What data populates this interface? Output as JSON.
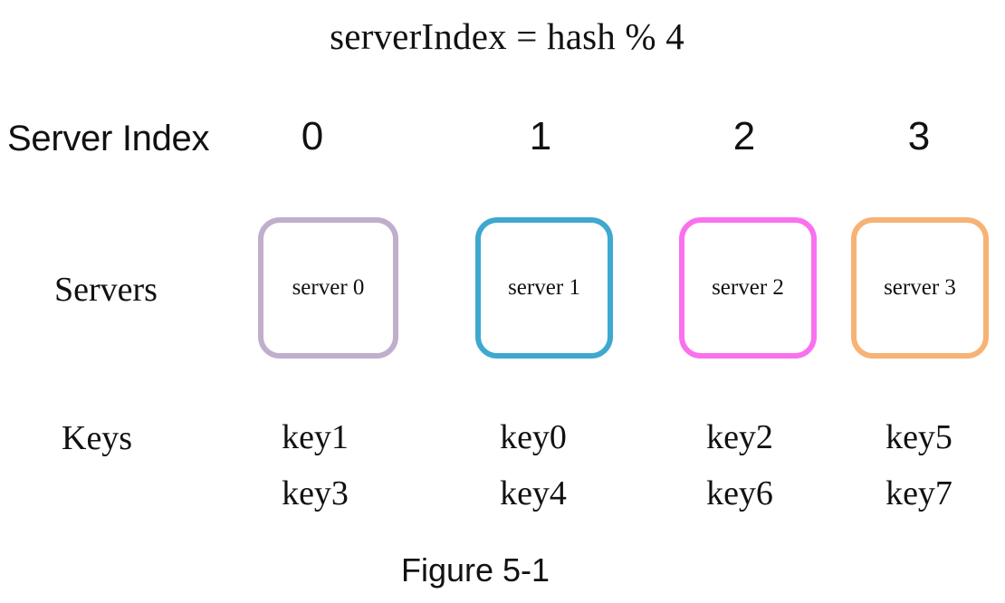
{
  "figure": {
    "title": "serverIndex = hash % 4",
    "caption": "Figure 5-1"
  },
  "row_labels": {
    "server_index": "Server Index",
    "servers": "Servers",
    "keys": "Keys"
  },
  "columns": [
    {
      "index": "0",
      "server_label": "server 0",
      "border_color": "#c0aecb",
      "keys": [
        "key1",
        "key3"
      ]
    },
    {
      "index": "1",
      "server_label": "server 1",
      "border_color": "#3fa8d0",
      "keys": [
        "key0",
        "key4"
      ]
    },
    {
      "index": "2",
      "server_label": "server 2",
      "border_color": "#f971ef",
      "keys": [
        "key2",
        "key6"
      ]
    },
    {
      "index": "3",
      "server_label": "server 3",
      "border_color": "#f7b275",
      "keys": [
        "key5",
        "key7"
      ]
    }
  ]
}
